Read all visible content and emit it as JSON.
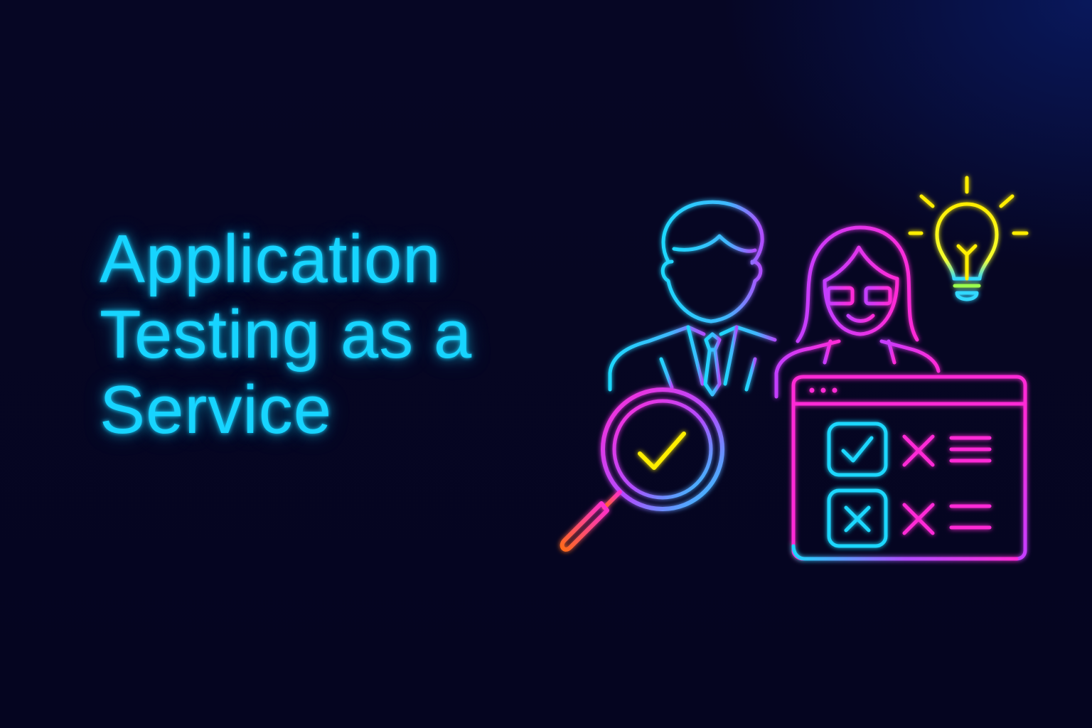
{
  "title": {
    "line1": "Application",
    "line2": "Testing as a",
    "line3": "Service"
  },
  "colors": {
    "background": "#050520",
    "title": "#17d4ff",
    "cyan": "#1ed8ff",
    "magenta": "#ff2bd6",
    "violet": "#9b4dff",
    "yellow": "#ffee00",
    "orange": "#ff5a2a"
  },
  "icons": [
    "man-outline-icon",
    "woman-with-glasses-icon",
    "lightbulb-icon",
    "magnifying-glass-check-icon",
    "browser-checklist-icon"
  ]
}
